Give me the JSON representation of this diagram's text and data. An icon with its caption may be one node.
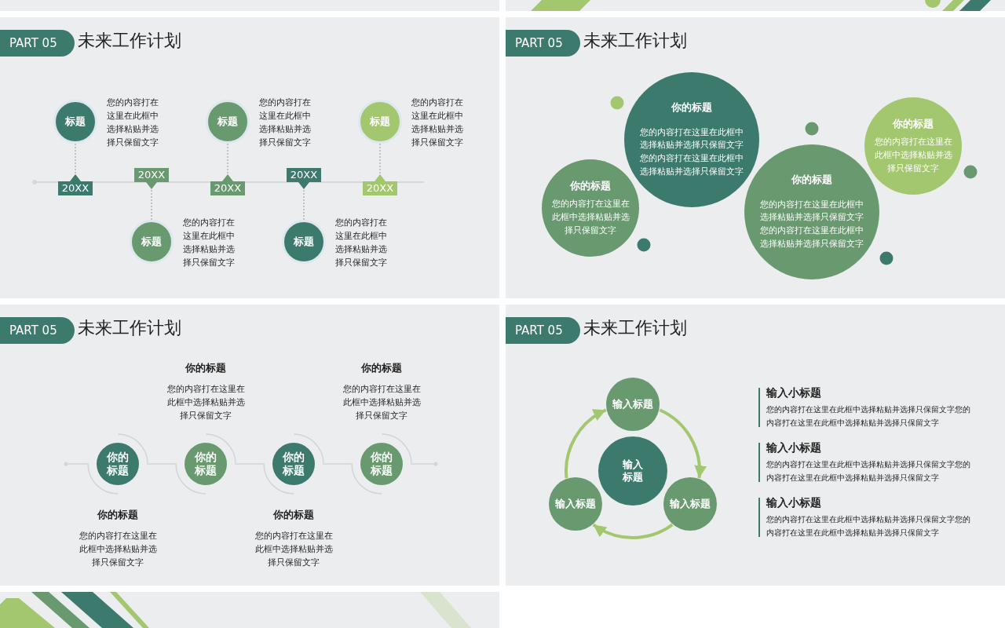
{
  "diagram": {
    "nodes": [
      {
        "text": [],
        "shape": "box"
      },
      {
        "text": [
          "PART 05"
        ],
        "beside": [
          "未来工作计划"
        ],
        "in": 0
      },
      {
        "text": [
          "标题"
        ],
        "beside": [
          "您的内容打在这里在此框中选择粘贴并选择只保留文字"
        ],
        "in": 0
      },
      {
        "text": [
          "标题"
        ],
        "beside": [
          "您的内容打在这里在此框中选择粘贴并选择只保留文字"
        ],
        "in": 0
      },
      {
        "text": [
          "标题"
        ],
        "beside": [
          "您的内容打在这里在此框中选择粘贴并选择只保留文字"
        ],
        "in": 0
      },
      {
        "text": [
          "标题"
        ],
        "beside": [
          "您的内容打在这里在此框中选择粘贴并选择只保留文字"
        ],
        "in": 0
      },
      {
        "text": [
          "标题"
        ],
        "beside": [
          "您的内容打在这里在此框中选择粘贴并选择只保留文字"
        ],
        "in": 0
      },
      {
        "text": [
          "20XX"
        ],
        "in": 0
      },
      {
        "text": [
          "20XX"
        ],
        "in": 0
      },
      {
        "text": [
          "20XX"
        ],
        "in": 0
      },
      {
        "text": [
          "20XX"
        ],
        "in": 0
      },
      {
        "text": [
          "20XX"
        ],
        "in": 0
      },
      {
        "text": [],
        "shape": "box"
      },
      {
        "text": [
          "PART 05"
        ],
        "beside": [
          "未来工作计划"
        ],
        "in": 12
      },
      {
        "text": [
          "你的标题",
          "您的内容打在这里在此框中选择粘贴并选择只保留文字"
        ],
        "in": 12
      },
      {
        "text": [
          "你的标题",
          "您的内容打在这里在此框中选择粘贴并选择只保留文字您的内容打在这里在此框中选择粘贴并选择只保留文字"
        ],
        "in": 12
      },
      {
        "text": [
          "你的标题",
          "您的内容打在这里在此框中选择粘贴并选择只保留文字您的内容打在这里在此框中选择粘贴并选择只保留文字"
        ],
        "in": 12
      },
      {
        "text": [
          "你的标题",
          "您的内容打在这里在此框中选择粘贴并选择只保留文字"
        ],
        "in": 12
      },
      {
        "text": [],
        "shape": "box"
      },
      {
        "text": [
          "PART 05"
        ],
        "beside": [
          "未来工作计划"
        ],
        "in": 18
      },
      {
        "text": [
          "你的标题"
        ],
        "beside": [
          "你的标题",
          "您的内容打在这里在此框中选择粘贴并选择只保留文字"
        ],
        "in": 18
      },
      {
        "text": [
          "你的标题"
        ],
        "beside": [
          "你的标题",
          "您的内容打在这里在此框中选择粘贴并选择只保留文字"
        ],
        "in": 18
      },
      {
        "text": [
          "你的标题"
        ],
        "beside": [
          "你的标题",
          "您的内容打在这里在此框中选择粘贴并选择只保留文字"
        ],
        "in": 18
      },
      {
        "text": [
          "你的标题"
        ],
        "beside": [
          "你的标题",
          "您的内容打在这里在此框中选择粘贴并选择只保留文字"
        ],
        "in": 18
      },
      {
        "text": [],
        "shape": "box"
      },
      {
        "text": [
          "PART 05"
        ],
        "beside": [
          "未来工作计划"
        ],
        "in": 24
      },
      {
        "text": [
          "输入标题"
        ],
        "in": 24
      },
      {
        "text": [
          "输入标题"
        ],
        "in": 24
      },
      {
        "text": [
          "输入标题"
        ],
        "in": 24
      },
      {
        "text": [
          "输入标题"
        ],
        "in": 24
      }
    ],
    "edges": [
      {
        "from": 2,
        "to": 7,
        "arrow": "none",
        "style": "dashed"
      },
      {
        "from": 3,
        "to": 8,
        "arrow": "none",
        "style": "dashed"
      },
      {
        "from": 4,
        "to": 9,
        "arrow": "none",
        "style": "dashed"
      },
      {
        "from": 5,
        "to": 10,
        "arrow": "none",
        "style": "dashed"
      },
      {
        "from": 6,
        "to": 11,
        "arrow": "none",
        "style": "dashed"
      },
      {
        "from": 26,
        "to": 29,
        "arrow": "to",
        "style": "thick",
        "color": "#a3c76e"
      },
      {
        "from": 29,
        "to": 28,
        "arrow": "to",
        "style": "thick",
        "color": "#a3c76e"
      },
      {
        "from": 28,
        "to": 26,
        "arrow": "to",
        "style": "thick",
        "color": "#a3c76e"
      }
    ],
    "labels": [
      "输入小标题",
      "您的内容打在这里在此框中选择粘贴并选择只保留文字您的内容打在这里在此框中选择粘贴并选择只保留文字",
      "输入小标题",
      "您的内容打在这里在此框中选择粘贴并选择只保留文字您的内容打在这里在此框中选择粘贴并选择只保留文字",
      "输入小标题",
      "您的内容打在这里在此框中选择粘贴并选择只保留文字您的内容打在这里在此框中选择粘贴并选择只保留文字"
    ]
  }
}
